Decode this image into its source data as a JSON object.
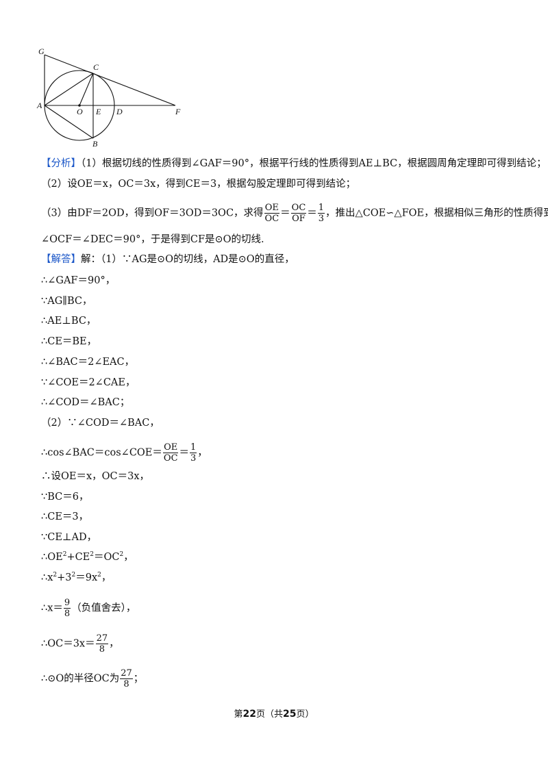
{
  "figure": {
    "labels": {
      "G": "G",
      "C": "C",
      "A": "A",
      "O": "O",
      "E": "E",
      "D": "D",
      "F": "F",
      "B": "B"
    }
  },
  "analysis": {
    "tag": "【分析】",
    "p1": "（1）根据切线的性质得到∠GAF＝90°，根据平行线的性质得到AE⊥BC，根据圆周角定理即可得到结论；",
    "p2": "（2）设OE＝x，OC＝3x，得到CE＝3，根据勾股定理即可得到结论；",
    "p3_a": "（3）由DF＝2OD，得到OF＝3OD＝3OC，求得",
    "p3_f1n": "OE",
    "p3_f1d": "OC",
    "p3_eq1": "＝",
    "p3_f2n": "OC",
    "p3_f2d": "OF",
    "p3_eq2": "＝",
    "p3_f3n": "1",
    "p3_f3d": "3",
    "p3_b": "，推出△COE∽△FOE，根据相似三角形的性质得到",
    "p4": "∠OCF＝∠DEC＝90°，于是得到CF是⊙O的切线."
  },
  "solution": {
    "tag": "【解答】",
    "l1": "解：（1）∵AG是⊙O的切线，AD是⊙O的直径，",
    "l2": "∴∠GAF＝90°，",
    "l3": "∵AG∥BC，",
    "l4": "∴AE⊥BC，",
    "l5": "∴CE＝BE，",
    "l6": "∴∠BAC＝2∠EAC，",
    "l7": "∵∠COE＝2∠CAE，",
    "l8": "∴∠COD＝∠BAC；",
    "l9": "（2）∵∠COD＝∠BAC，",
    "l10_a": "∴cos∠BAC＝cos∠COE＝",
    "l10_f1n": "OE",
    "l10_f1d": "OC",
    "l10_eq": "＝",
    "l10_f2n": "1",
    "l10_f2d": "3",
    "l10_end": "，",
    "l11": "∴设OE＝x，OC＝3x，",
    "l12": "∵BC＝6，",
    "l13": "∴CE＝3，",
    "l14": "∵CE⊥AD，",
    "l15_a": "∴OE",
    "l15_b": "+CE",
    "l15_c": "＝OC",
    "l15_d": "，",
    "sq": "2",
    "l16_a": "∴x",
    "l16_b": "+3",
    "l16_c": "＝9x",
    "l16_d": "，",
    "l17_a": "∴x＝",
    "l17_fn": "9",
    "l17_fd": "8",
    "l17_b": "（负值舍去），",
    "l18_a": "∴OC＝3x＝",
    "l18_fn": "27",
    "l18_fd": "8",
    "l18_b": "，",
    "l19_a": "∴⊙O的半径OC为",
    "l19_fn": "27",
    "l19_fd": "8",
    "l19_b": "；"
  },
  "footer": {
    "pre": "第",
    "page": "22",
    "mid": "页（共",
    "total": "25",
    "post": "页）"
  }
}
